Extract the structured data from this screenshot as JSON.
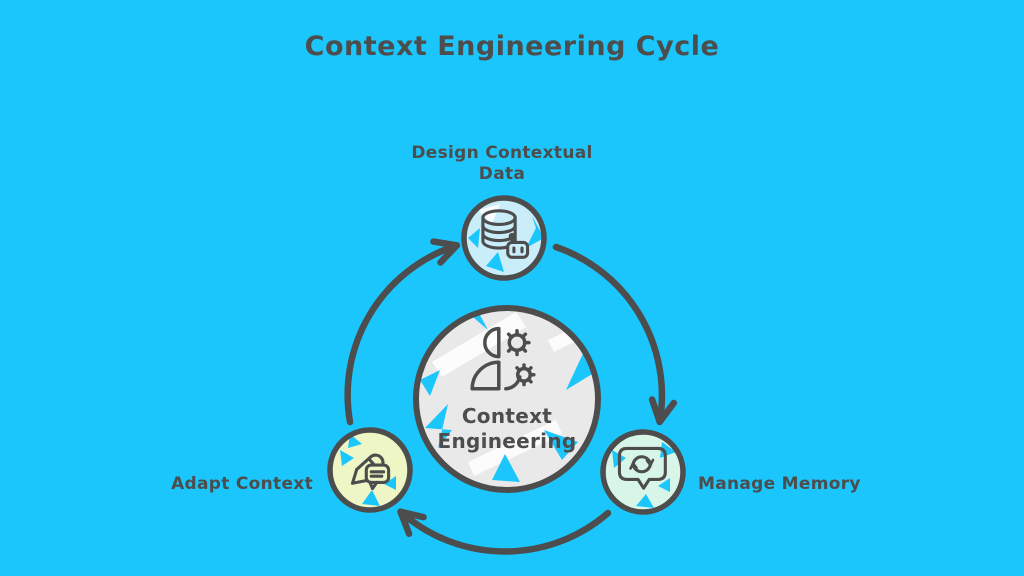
{
  "title": "Context Engineering Cycle",
  "center": {
    "line1": "Context",
    "line2": "Engineering",
    "icon": "person-with-gears-icon"
  },
  "nodes": {
    "design": {
      "line1": "Design Contextual",
      "line2": "Data",
      "icon": "database-robot-icon"
    },
    "manage": {
      "label": "Manage Memory",
      "icon": "chat-refresh-icon"
    },
    "adapt": {
      "label": "Adapt Context",
      "icon": "pencil-note-icon"
    }
  },
  "colors": {
    "background": "#1AC6FB",
    "ink": "#4D4D4D",
    "center_fill": "#E9E9E9",
    "design_fill": "#C9EDF9",
    "manage_fill": "#D8F6E7",
    "adapt_fill": "#EEF6C5"
  }
}
